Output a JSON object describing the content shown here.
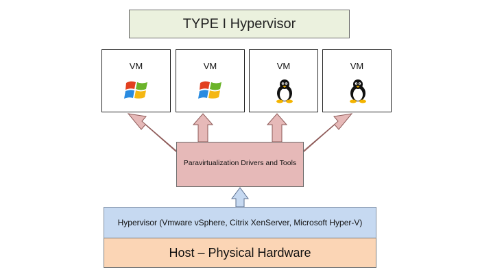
{
  "diagram": {
    "title": "TYPE I Hypervisor",
    "vms": [
      {
        "label": "VM",
        "os": "windows-logo-icon"
      },
      {
        "label": "VM",
        "os": "windows-logo-icon"
      },
      {
        "label": "VM",
        "os": "linux-tux-icon"
      },
      {
        "label": "VM",
        "os": "linux-tux-icon"
      }
    ],
    "drivers_label": "Paravirtualization Drivers and Tools",
    "hypervisor_label": "Hypervisor (Vmware vSphere, Citrix XenServer, Microsoft Hyper-V)",
    "hardware_label": "Host – Physical Hardware",
    "colors": {
      "title_fill": "#ebf1de",
      "arrow_fill": "#e6b9b8",
      "hypervisor_fill": "#c6d9f1",
      "hardware_fill": "#fbd5b5",
      "up_arrow_fill": "#c6d9f1"
    }
  }
}
